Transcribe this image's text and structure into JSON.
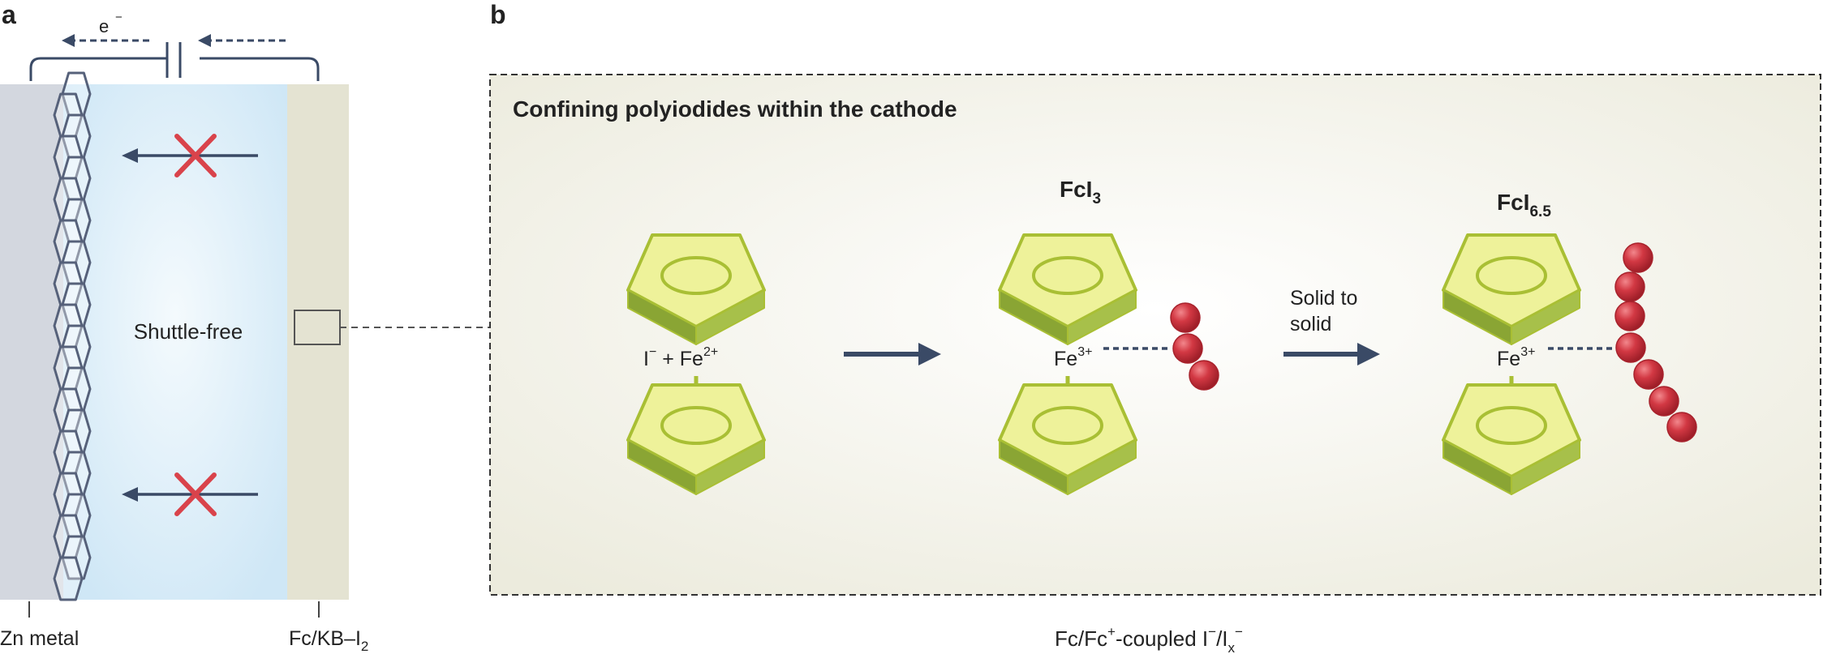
{
  "panel_a": {
    "letter": "a",
    "electron_label": "e",
    "electron_sup": "−",
    "center_label": "Shuttle-free",
    "left_label": "Zn metal",
    "right_label_main": "Fc/KB–I",
    "right_label_sub": "2"
  },
  "panel_b": {
    "letter": "b",
    "title": "Confining polyiodides within the cathode",
    "mol1": {
      "label_a": "I",
      "label_a_sup": "−",
      "label_plus": " + Fe",
      "label_b_sup": "2+"
    },
    "mol2": {
      "title_main": "FcI",
      "title_sub": "3",
      "label": "Fe",
      "label_sup": "3+"
    },
    "mol3": {
      "title_main": "FcI",
      "title_sub": "6.5",
      "label": "Fe",
      "label_sup": "3+"
    },
    "transition_label_line1": "Solid to",
    "transition_label_line2": "solid",
    "caption_main": "Fc/Fc",
    "caption_sup1": "+",
    "caption_mid": "-coupled I",
    "caption_sup2": "−",
    "caption_slash": "/I",
    "caption_sub": "x",
    "caption_sup3": "−"
  },
  "colors": {
    "electrolyte": "#d6ecf8",
    "zn_metal": "#d3d7df",
    "cathode": "#e4e3d2",
    "separator": "#56617a",
    "arrow": "#3a4a66",
    "cross": "#d9434b",
    "ring_top": "#eef29a",
    "ring_side": "#8fa83a",
    "ring_edge": "#a9bf34",
    "iodine": "#c9303a",
    "panel_bg": "#f4f3ea"
  }
}
